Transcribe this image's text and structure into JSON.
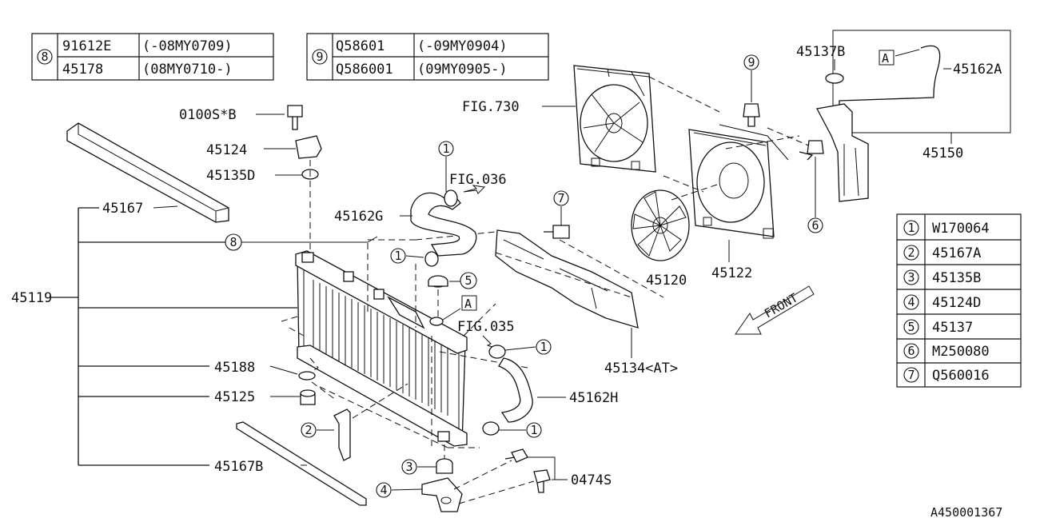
{
  "diagram_id": "A450001367",
  "table8": {
    "key": "8",
    "rows": [
      {
        "part": "91612E",
        "range": "(-08MY0709)"
      },
      {
        "part": "45178",
        "range": "(08MY0710-)"
      }
    ]
  },
  "table9": {
    "key": "9",
    "rows": [
      {
        "part": "Q58601",
        "range": "(-09MY0904)"
      },
      {
        "part": "Q586001",
        "range": "(09MY0905-)"
      }
    ]
  },
  "legend": [
    {
      "key": "1",
      "part": "W170064"
    },
    {
      "key": "2",
      "part": "45167A"
    },
    {
      "key": "3",
      "part": "45135B"
    },
    {
      "key": "4",
      "part": "45124D"
    },
    {
      "key": "5",
      "part": "45137"
    },
    {
      "key": "6",
      "part": "M250080"
    },
    {
      "key": "7",
      "part": "Q560016"
    }
  ],
  "callouts": {
    "p0100s": "0100S*B",
    "p45124": "45124",
    "p45135d": "45135D",
    "p45167": "45167",
    "p45119": "45119",
    "p45162g": "45162G",
    "fig036": "FIG.036",
    "fig035": "FIG.035",
    "fig730": "FIG.730",
    "p45188": "45188",
    "p45125": "45125",
    "p45167b": "45167B",
    "p0474s": "0474S",
    "p45162h": "45162H",
    "p45134at": "45134<AT>",
    "p45120": "45120",
    "p45122": "45122",
    "p45137b": "45137B",
    "p45162a": "45162A",
    "p45150": "45150",
    "ref_a": "A",
    "front": "FRONT"
  },
  "markers": {
    "c1": "1",
    "c2": "2",
    "c3": "3",
    "c4": "4",
    "c5": "5",
    "c6": "6",
    "c7": "7",
    "c8": "8",
    "c9": "9"
  }
}
